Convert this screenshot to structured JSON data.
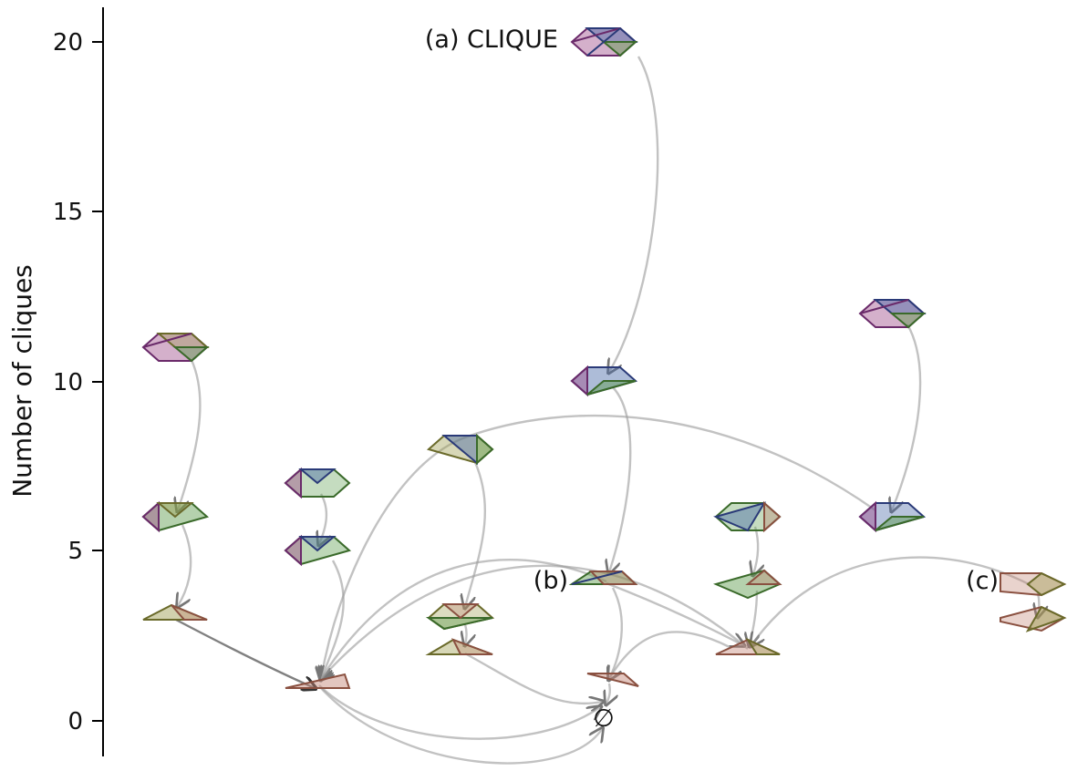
{
  "y_axis": {
    "label": "Number of cliques",
    "ticks": [
      "0",
      "5",
      "10",
      "15",
      "20"
    ],
    "range": [
      -1,
      21
    ]
  },
  "labels": {
    "a": "(a) CLIQUE",
    "b": "(b)",
    "c": "(c)",
    "empty": "∅"
  },
  "colors": {
    "purple": "#a0508c",
    "blue": "#4a6aa8",
    "green": "#5a9a4a",
    "olive": "#9a9a4a",
    "salmon": "#c08070",
    "edge": "#9a9a9a"
  },
  "nodes": [
    {
      "id": "n20",
      "value": 20,
      "style": "full"
    },
    {
      "id": "n12",
      "value": 12,
      "style": "full"
    },
    {
      "id": "n11",
      "value": 11,
      "style": "full"
    },
    {
      "id": "n10",
      "value": 10,
      "style": "dense"
    },
    {
      "id": "n8",
      "value": 8,
      "style": "dense"
    },
    {
      "id": "n7",
      "value": 7,
      "style": "dense"
    },
    {
      "id": "n6a",
      "value": 6,
      "style": "medium"
    },
    {
      "id": "n6b",
      "value": 6,
      "style": "medium"
    },
    {
      "id": "n6c",
      "value": 6,
      "style": "medium"
    },
    {
      "id": "n5",
      "value": 5,
      "style": "medium"
    },
    {
      "id": "n4a",
      "value": 4,
      "style": "flat"
    },
    {
      "id": "n4b",
      "value": 4,
      "style": "medium"
    },
    {
      "id": "n4c",
      "value": 4,
      "style": "thin"
    },
    {
      "id": "n3a",
      "value": 3,
      "style": "flat"
    },
    {
      "id": "n3b",
      "value": 3,
      "style": "flat"
    },
    {
      "id": "n3c",
      "value": 3,
      "style": "thin"
    },
    {
      "id": "n2a",
      "value": 2,
      "style": "flat"
    },
    {
      "id": "n2b",
      "value": 2,
      "style": "flat"
    },
    {
      "id": "n1a",
      "value": 1,
      "style": "thin"
    },
    {
      "id": "n1b",
      "value": 1,
      "style": "thin"
    },
    {
      "id": "empty",
      "value": 0,
      "style": "empty"
    }
  ]
}
